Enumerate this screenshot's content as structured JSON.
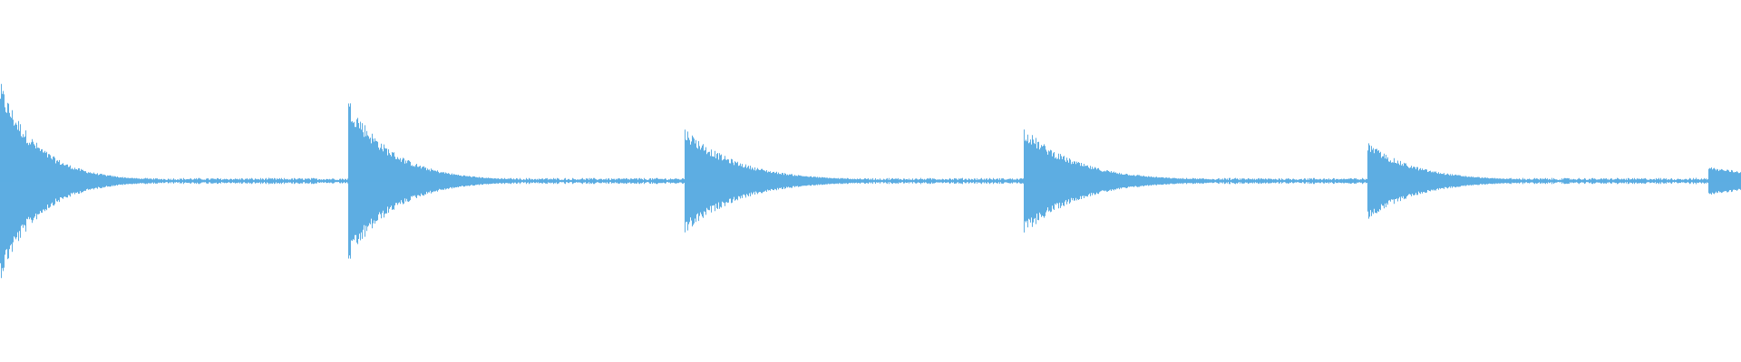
{
  "waveform": {
    "color": "#5dade2",
    "background": "#ffffff",
    "duration_fraction_shown": 1.0,
    "onsets": [
      {
        "position": 0.0,
        "peak_amplitude": 0.55,
        "decay": 0.022
      },
      {
        "position": 0.2,
        "peak_amplitude": 0.46,
        "decay": 0.025
      },
      {
        "position": 0.393,
        "peak_amplitude": 0.3,
        "decay": 0.03
      },
      {
        "position": 0.588,
        "peak_amplitude": 0.3,
        "decay": 0.03
      },
      {
        "position": 0.785,
        "peak_amplitude": 0.22,
        "decay": 0.028
      },
      {
        "position": 0.981,
        "peak_amplitude": 0.08,
        "decay": 0.05
      }
    ],
    "noise_floor": 0.012
  }
}
